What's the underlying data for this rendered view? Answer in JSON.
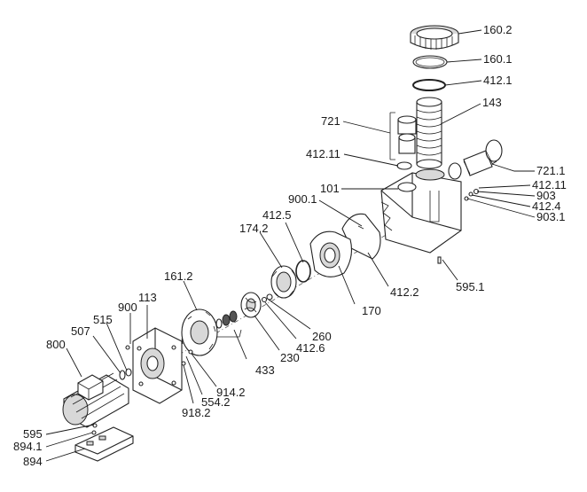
{
  "diagram": {
    "labels": [
      "160.2",
      "160.1",
      "412.1",
      "143",
      "721",
      "412.11",
      "101",
      "721.1",
      "412.11",
      "903",
      "412.4",
      "903.1",
      "900.1",
      "412.5",
      "174.2",
      "412.2",
      "595.1",
      "170",
      "161.2",
      "113",
      "900",
      "515",
      "507",
      "800",
      "260",
      "412.6",
      "230",
      "433",
      "914.2",
      "554.2",
      "918.2",
      "595",
      "894.1",
      "894"
    ]
  }
}
